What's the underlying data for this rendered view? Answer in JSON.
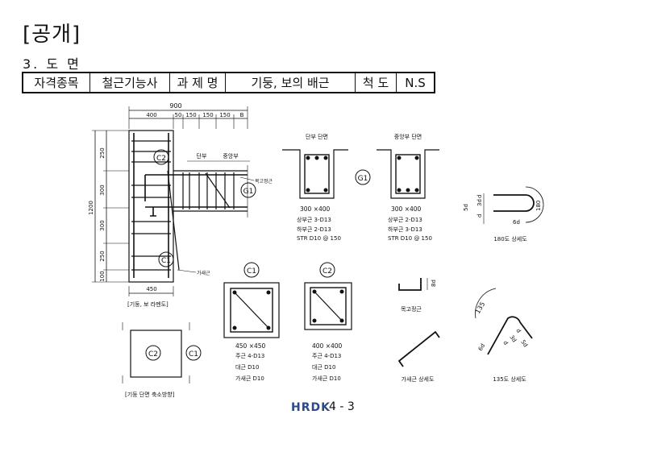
{
  "header": {
    "title": "[공개]",
    "section": "3. 도 면"
  },
  "info": {
    "label_exam": "자격종목",
    "exam": "철근기능사",
    "label_title": "과 제 명",
    "title": "기둥, 보의 배근",
    "label_scale": "척 도",
    "scale": "N.S"
  },
  "elevation": {
    "dim_total": "900",
    "dim_top": [
      "400",
      "50",
      "150",
      "150",
      "150",
      "B"
    ],
    "dim_left": [
      "250",
      "300",
      "300",
      "250",
      "100"
    ],
    "dim_height": "1200",
    "dim_bottom": "450",
    "label_end": "단부",
    "label_center": "중앙부",
    "label_cap": "목고정근",
    "label_tie": "가새근",
    "tag_c2": "C2",
    "tag_g1": "G1",
    "tag_c1": "C1",
    "caption": "[기둥, 보 라멘도]"
  },
  "beam_end": {
    "title": "단부 단면",
    "size": "300 ×400",
    "top": "상부근 3-D13",
    "bottom": "하부근 2-D13",
    "stirrup": "STR D10 @ 150"
  },
  "beam_mid": {
    "title": "중앙부 단면",
    "size": "300 ×400",
    "top": "상부근 2-D13",
    "bottom": "하부근 3-D13",
    "stirrup": "STR D10 @ 150"
  },
  "g1_tag": "G1",
  "hook180": {
    "d1": "d",
    "d2": "3d",
    "d3": "d",
    "d4": "5d",
    "d5": "6d",
    "d6": "180",
    "caption": "180도 상세도"
  },
  "col_c1": {
    "tag": "C1",
    "size": "450 ×450",
    "main": "주근 4-D13",
    "hoop": "대근 D10",
    "tie": "가새근 D10"
  },
  "col_c2": {
    "tag": "C2",
    "size": "400 ×400",
    "main": "주근 4-D13",
    "hoop": "대근 D10",
    "tie": "가새근 D10"
  },
  "cap_bar": {
    "dim": "8d",
    "caption": "목고정근"
  },
  "tie_detail": {
    "caption": "가새근 상세도"
  },
  "hook135": {
    "angle": "135",
    "d1": "d",
    "d2": "3d",
    "d3": "d",
    "d4": "5d",
    "d5": "6d",
    "caption": "135도 상세도"
  },
  "plan": {
    "tag_c2": "C2",
    "tag_c1": "C1",
    "caption": "[기둥 단면 축소방향]"
  },
  "footer": {
    "logo": "HRDK",
    "page": "4 - 3"
  }
}
